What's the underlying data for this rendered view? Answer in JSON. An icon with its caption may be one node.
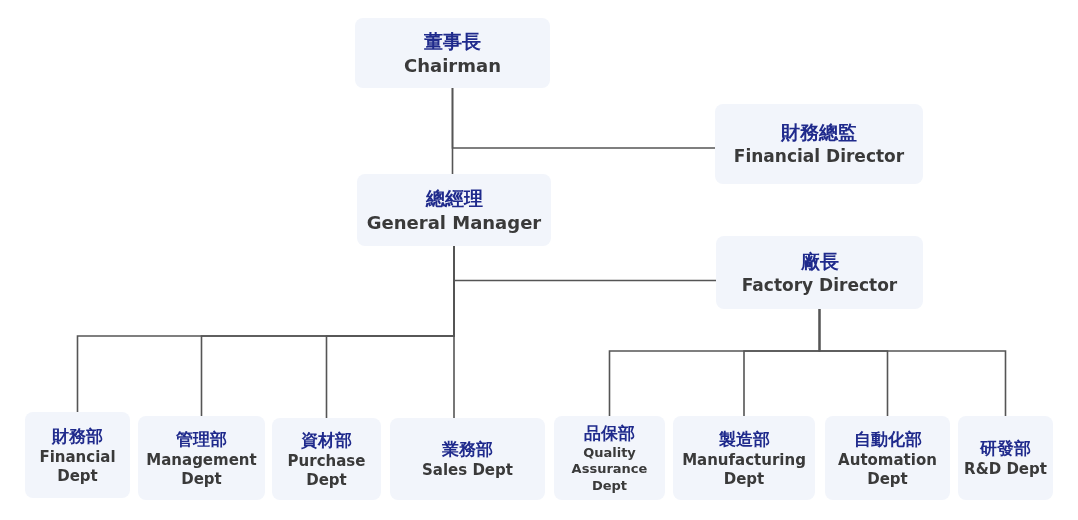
{
  "diagram": {
    "nodes": [
      {
        "text": [
          "董事長",
          "Chairman"
        ]
      },
      {
        "text": [
          "財務總監",
          "Financial Director"
        ]
      },
      {
        "text": [
          "總經理",
          "General Manager"
        ]
      },
      {
        "text": [
          "廠長",
          "Factory Director"
        ]
      },
      {
        "text": [
          "財務部",
          "Financial Dept"
        ]
      },
      {
        "text": [
          "管理部",
          "Management Dept"
        ]
      },
      {
        "text": [
          "資材部",
          "Purchase Dept"
        ]
      },
      {
        "text": [
          "業務部",
          "Sales Dept"
        ]
      },
      {
        "text": [
          "品保部",
          "Quality Assurance Dept"
        ]
      },
      {
        "text": [
          "製造部",
          "Manufacturing Dept"
        ]
      },
      {
        "text": [
          "自動化部",
          "Automation Dept"
        ]
      },
      {
        "text": [
          "研發部",
          "R&D Dept"
        ]
      }
    ],
    "edges": [
      {
        "from": 0,
        "to": 2,
        "arrow": "none"
      },
      {
        "from": 0,
        "to": 1,
        "arrow": "none"
      },
      {
        "from": 2,
        "to": 3,
        "arrow": "none"
      },
      {
        "from": 2,
        "to": 4,
        "arrow": "none"
      },
      {
        "from": 2,
        "to": 5,
        "arrow": "none"
      },
      {
        "from": 2,
        "to": 6,
        "arrow": "none"
      },
      {
        "from": 2,
        "to": 7,
        "arrow": "none"
      },
      {
        "from": 3,
        "to": 8,
        "arrow": "none"
      },
      {
        "from": 3,
        "to": 9,
        "arrow": "none"
      },
      {
        "from": 3,
        "to": 10,
        "arrow": "none"
      },
      {
        "from": 3,
        "to": 11,
        "arrow": "none"
      }
    ]
  }
}
